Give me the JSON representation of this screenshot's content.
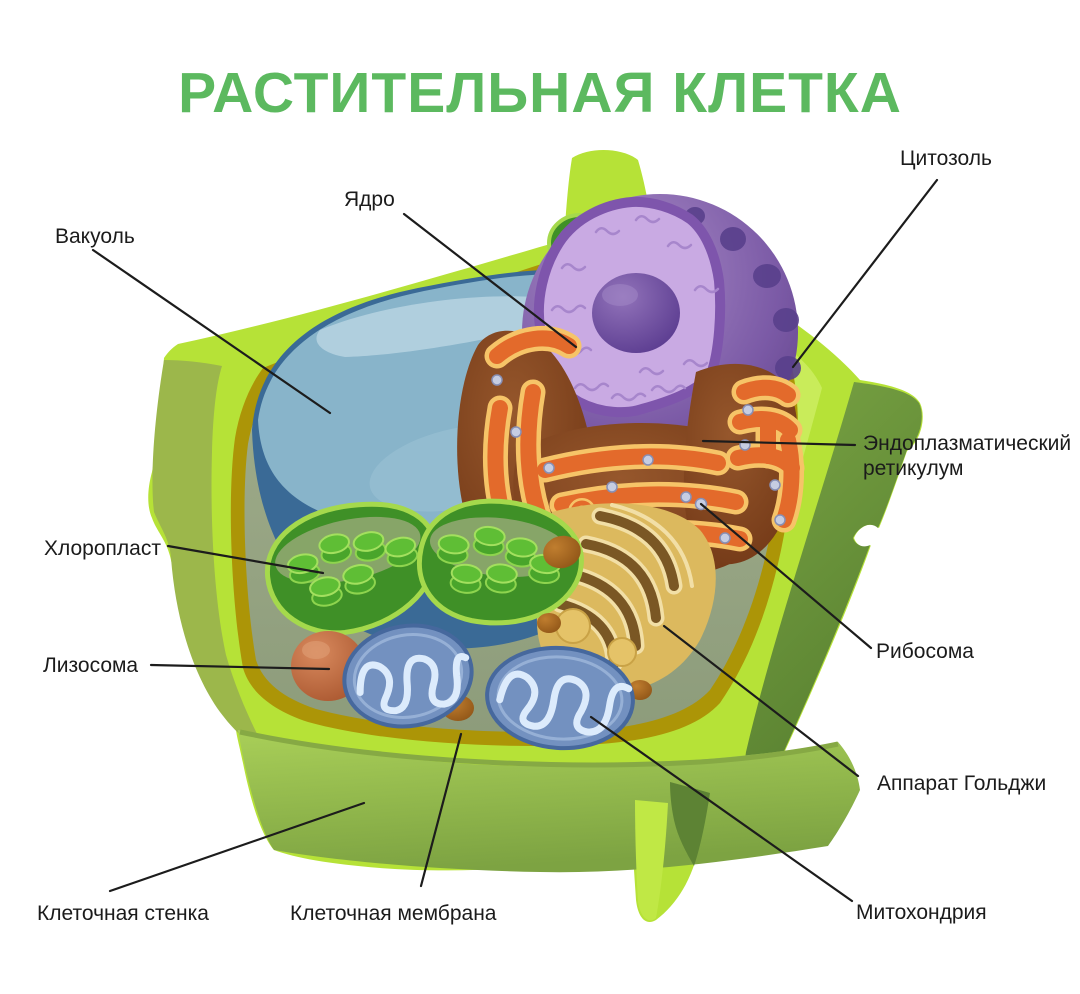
{
  "title": "РАСТИТЕЛЬНАЯ КЛЕТКА",
  "labels": {
    "vacuole": "Вакуоль",
    "nucleus": "Ядро",
    "cytosol": "Цитозоль",
    "endoplasmic_reticulum": "Эндоплазматический\nретикулум",
    "chloroplast": "Хлоропласт",
    "ribosome": "Рибосома",
    "lysosome": "Лизосома",
    "golgi": "Аппарат Гольджи",
    "mitochondria": "Митохондрия",
    "cell_wall": "Клеточная стенка",
    "cell_membrane": "Клеточная мембрана"
  },
  "palette": {
    "title_green": "#5cb95f",
    "label_text": "#1b1b1b",
    "leader_line": "#1c1c1c",
    "cell_wall_lime": "#b6e237",
    "cell_wall_face_green": "#7da342",
    "cell_membrane_olive": "#ac9507",
    "cytoplasm_gray_green": "#9dab88",
    "vacuole_blue": "#88b4ca",
    "nucleus_purple": "#7b5aa6",
    "nucleolus_purple": "#5e3e90",
    "er_orange": "#e36a2b",
    "er_brown": "#8f4f24",
    "golgi_gold": "#dcb95e",
    "chloroplast_green": "#3f9027",
    "mitochondria_blue": "#7391c0",
    "lysosome_rust": "#b05a30"
  }
}
